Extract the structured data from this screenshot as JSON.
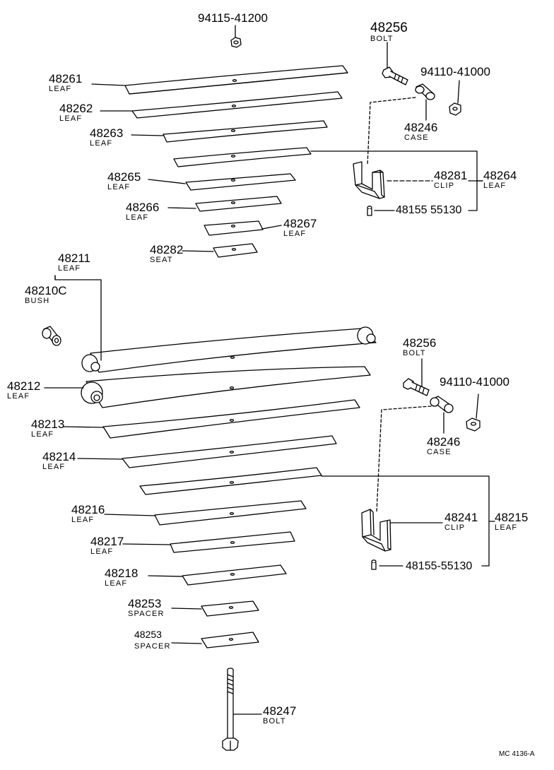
{
  "colors": {
    "line": "#000000",
    "fill": "#ffffff",
    "shade": "#cfcfcf"
  },
  "parts": {
    "nut_top": {
      "num": "94115-41200"
    },
    "bolt_top": {
      "num": "48256",
      "sub": "BOLT"
    },
    "nut_right_top": {
      "num": "94110-41000"
    },
    "case_top": {
      "num": "48246",
      "sub": "CASE"
    },
    "leaf_48261": {
      "num": "48261",
      "sub": "LEAF"
    },
    "leaf_48262": {
      "num": "48262",
      "sub": "LEAF"
    },
    "leaf_48263": {
      "num": "48263",
      "sub": "LEAF"
    },
    "clip_48281": {
      "num": "48281",
      "sub": "CLIP"
    },
    "leaf_48264": {
      "num": "48264",
      "sub": "LEAF"
    },
    "leaf_48265": {
      "num": "48265",
      "sub": "LEAF"
    },
    "leaf_48266": {
      "num": "48266",
      "sub": "LEAF"
    },
    "rivet_top": {
      "num": "48155 55130"
    },
    "leaf_48267": {
      "num": "48267",
      "sub": "LEAF"
    },
    "seat_48282": {
      "num": "48282",
      "sub": "SEAT"
    },
    "leaf_48211": {
      "num": "48211",
      "sub": "LEAF"
    },
    "bush_48210c": {
      "num": "48210C",
      "sub": "BUSH"
    },
    "bolt_mid": {
      "num": "48256",
      "sub": "BOLT"
    },
    "nut_right_mid": {
      "num": "94110-41000"
    },
    "leaf_48212": {
      "num": "48212",
      "sub": "LEAF"
    },
    "leaf_48213": {
      "num": "48213",
      "sub": "LEAF"
    },
    "case_mid": {
      "num": "48246",
      "sub": "CASE"
    },
    "leaf_48214": {
      "num": "48214",
      "sub": "LEAF"
    },
    "leaf_48216": {
      "num": "48216",
      "sub": "LEAF"
    },
    "clip_48241": {
      "num": "48241",
      "sub": "CLIP"
    },
    "leaf_48215": {
      "num": "48215",
      "sub": "LEAF"
    },
    "leaf_48217": {
      "num": "48217",
      "sub": "LEAF"
    },
    "rivet_mid": {
      "num": "48155-55130"
    },
    "leaf_48218": {
      "num": "48218",
      "sub": "LEAF"
    },
    "spacer_1": {
      "num": "48253",
      "sub": "SPACER"
    },
    "spacer_2": {
      "num": "48253",
      "sub": "SPACER"
    },
    "bolt_48247": {
      "num": "48247",
      "sub": "BOLT"
    }
  },
  "reference": "MC 4136-A"
}
